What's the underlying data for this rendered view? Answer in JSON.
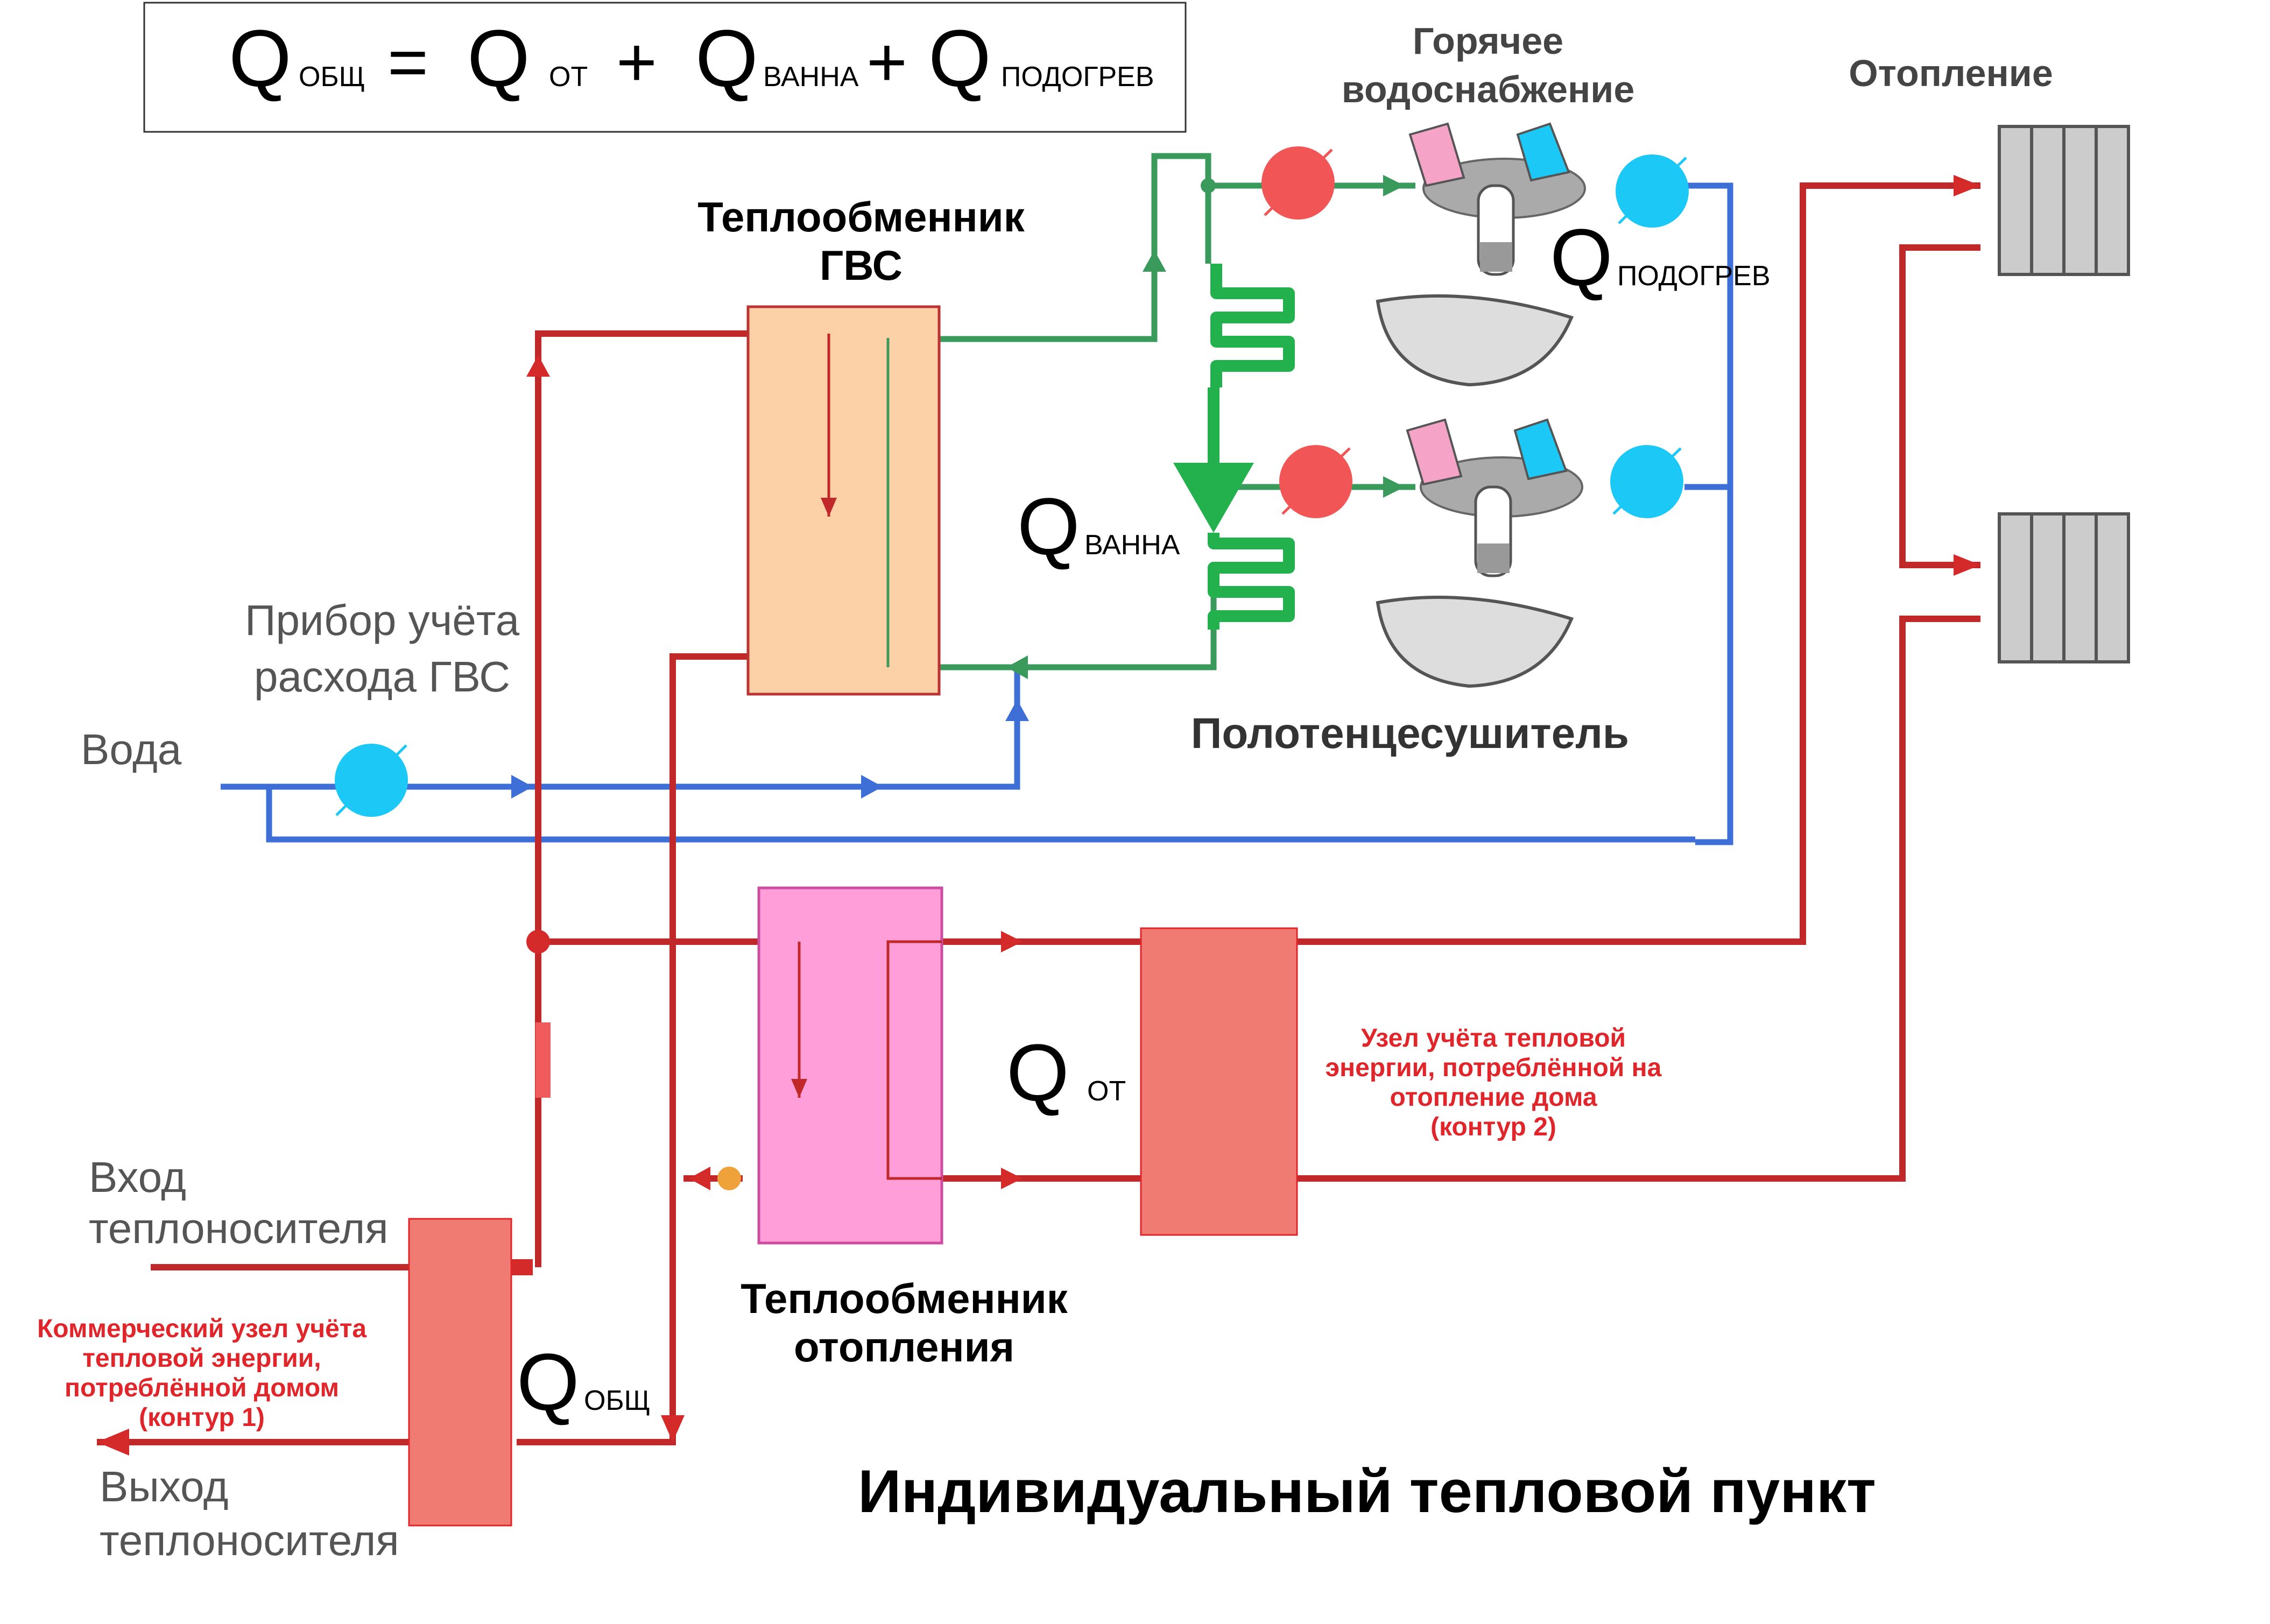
{
  "formula": {
    "q1": "Q",
    "s1": "ОБЩ",
    "eq": "=",
    "q2": "Q",
    "s2": "ОТ",
    "plus1": "+",
    "q3": "Q",
    "s3": "ВАННА",
    "plus2": "+",
    "q4": "Q",
    "s4": "ПОДОГРЕВ"
  },
  "labels": {
    "hot_water_1": "Горячее",
    "hot_water_2": "водоснабжение",
    "heating": "Отопление",
    "hx_gvs_1": "Теплообменник",
    "hx_gvs_2": "ГВС",
    "meter_1": "Прибор учёта",
    "meter_2": "расхода ГВС",
    "water": "Вода",
    "towel": "Полотенцесушитель",
    "inlet_1": "Вход",
    "inlet_2": "теплоносителя",
    "outlet_1": "Выход",
    "outlet_2": "теплоносителя",
    "hx_heat_1": "Теплообменник",
    "hx_heat_2": "отопления",
    "title": "Индивидуальный тепловой пункт"
  },
  "q_labels": {
    "podogrev_q": "Q",
    "podogrev_s": "ПОДОГРЕВ",
    "vanna_q": "Q",
    "vanna_s": "ВАННА",
    "ot_q": "Q",
    "ot_s": "ОТ",
    "obsh_q": "Q",
    "obsh_s": "ОБЩ"
  },
  "notes": {
    "node2_1": "Узел учёта тепловой",
    "node2_2": "энергии, потреблённой на",
    "node2_3": "отопление дома",
    "node2_4": "(контур 2)",
    "node1_1": "Коммерческий узел учёта",
    "node1_2": "тепловой энергии,",
    "node1_3": "потреблённой домом",
    "node1_4": "(контур 1)"
  },
  "colors": {
    "supply_red": "#c0282a",
    "return_blue": "#3d6fd6",
    "dhw_green": "#3a9a5c",
    "towel_green": "#22b14c",
    "meter_cyan": "#1cc8f5",
    "meter_red": "#f25555",
    "hx_gvs_fill": "#fdd1a8",
    "hx_heat_fill": "#ff9ed8",
    "node_fill": "#ef7b72",
    "note_red": "#e0262a"
  }
}
